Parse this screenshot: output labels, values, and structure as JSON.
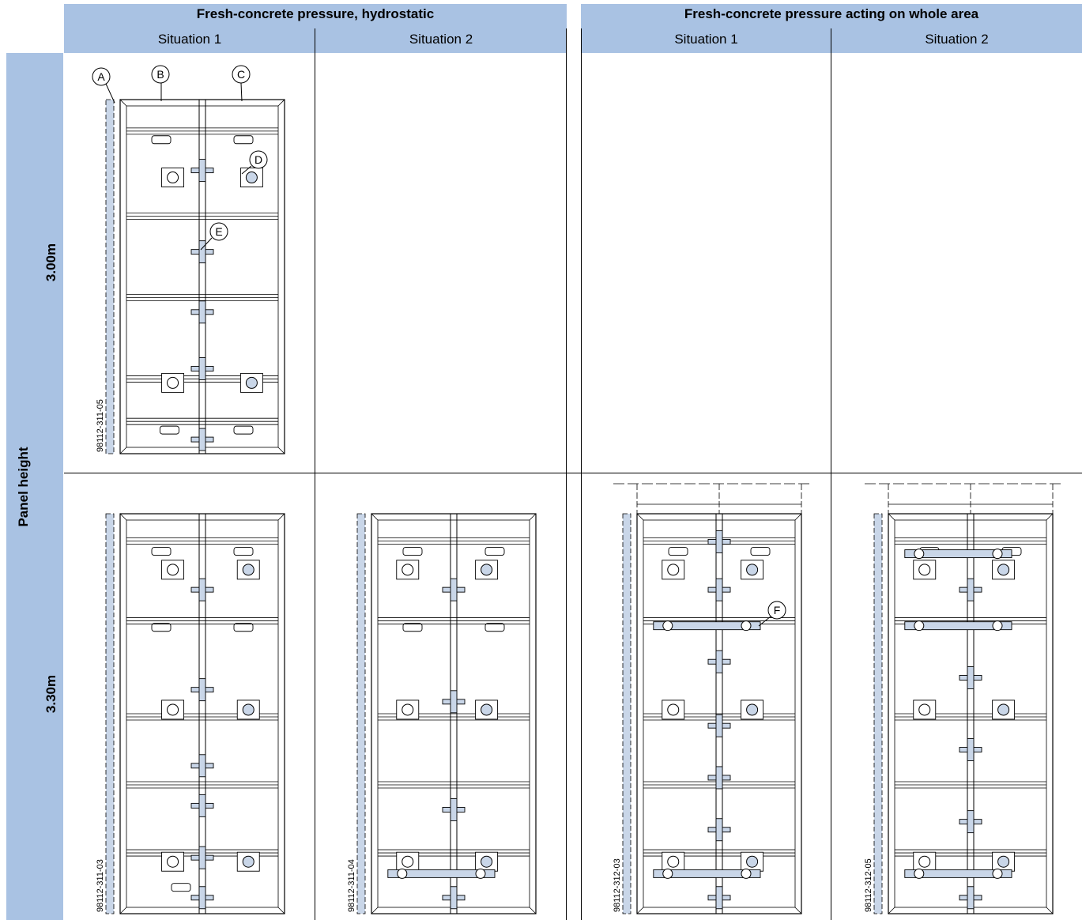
{
  "header": {
    "group_left": "Fresh-concrete pressure, hydrostatic",
    "group_right": "Fresh-concrete pressure acting on whole area",
    "situation_1": "Situation 1",
    "situation_2": "Situation 2"
  },
  "side": {
    "label": "Panel height",
    "row1": "3.00m",
    "row2": "3.30m"
  },
  "callouts": [
    "A",
    "B",
    "C",
    "D",
    "E",
    "F"
  ],
  "drawing_codes": {
    "r1c1": "98112-311-05",
    "r2c1": "98112-311-03",
    "r2c2": "98112-311-04",
    "r2c3": "98112-312-03",
    "r2c4": "98112-312-05"
  },
  "colors": {
    "header_bg": "#a9c2e3",
    "fill_blue": "#c9d6e8"
  }
}
